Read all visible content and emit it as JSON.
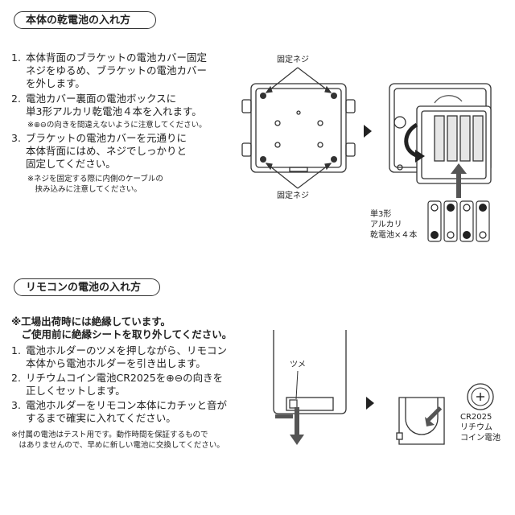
{
  "section1": {
    "title": "本体の乾電池の入れ方",
    "steps": [
      {
        "num": "1.",
        "text": "本体背面のブラケットの電池カバー固定\nネジをゆるめ、ブラケットの電池カバー\nを外します。"
      },
      {
        "num": "2.",
        "text": "電池カバー裏面の電池ボックスに\n単3形アルカリ乾電池４本を入れます。"
      },
      {
        "num": "3.",
        "text": "ブラケットの電池カバーを元通りに\n本体背面にはめ、ネジでしっかりと\n固定してください。"
      }
    ],
    "note_polarity": "※⊕⊖の向きを間違えないように注意してください。",
    "note_screw": "※ネジを固定する際に内側のケーブルの\n　挟み込みに注意してください。",
    "label_screw_top": "固定ネジ",
    "label_screw_bottom": "固定ネジ",
    "label_battery": "単3形\nアルカリ\n乾電池×４本"
  },
  "section2": {
    "title": "リモコンの電池の入れ方",
    "warning": "※工場出荷時には絶縁しています。\n　ご使用前に絶縁シートを取り外してください。",
    "steps": [
      {
        "num": "1.",
        "text": "電池ホルダーのツメを押しながら、リモコン\n本体から電池ホルダーを引き出します。"
      },
      {
        "num": "2.",
        "text": "リチウムコイン電池CR2025を⊕⊖の向きを\n正しくセットします。"
      },
      {
        "num": "3.",
        "text": "電池ホルダーをリモコン本体にカチッと音が\nするまで確実に入れてください。"
      }
    ],
    "note_test": "※付属の電池はテスト用です。動作時間を保証するもので\n　はありませんので、早めに新しい電池に交換してください。",
    "label_tab": "ツメ",
    "label_coin": "CR2025\nリチウム\nコイン電池"
  }
}
